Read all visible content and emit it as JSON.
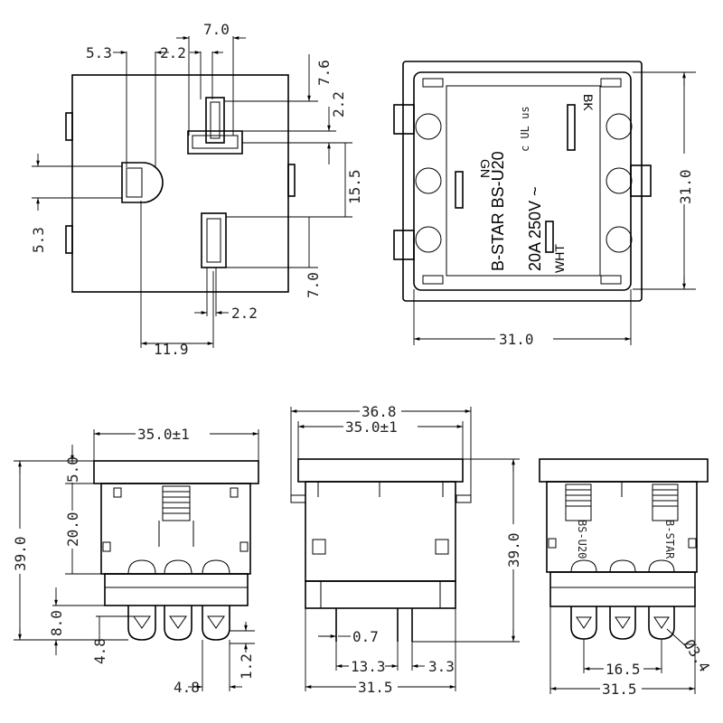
{
  "front_view": {
    "dims": {
      "top_width": "7.0",
      "left_offset": "5.3",
      "slot_gap": "2.2",
      "right_top": "7.6",
      "right_small": "2.2",
      "right_span": "15.5",
      "left_height": "5.3",
      "right_bottom": "7.0",
      "bottom_small": "2.2",
      "bottom_width": "11.9"
    }
  },
  "back_view": {
    "labels": {
      "gn": "GN",
      "bk": "BK",
      "wht": "WHT",
      "brand": "B-STAR BS-U20",
      "rating": "20A 250V ~",
      "cert": "c UL us"
    },
    "dims": {
      "height": "31.0",
      "width": "31.0"
    }
  },
  "side_view_left": {
    "dims": {
      "top_width": "35.0±1",
      "overall_height": "39.0",
      "flange": "5.0",
      "body": "20.0",
      "terminal": "8.0",
      "tab_width": "4.8",
      "tab_height": "4.8",
      "tab_thick": "1.2"
    }
  },
  "side_view_middle": {
    "dims": {
      "outer_width": "36.8",
      "top_width": "35.0±1",
      "overall_height": "39.0",
      "pin_thick": "0.7",
      "pin_pitch_a": "13.3",
      "pin_pitch_b": "3.3",
      "base_width": "31.5"
    }
  },
  "side_view_right": {
    "labels": {
      "model_a": "BS-U20",
      "model_b": "B-STAR"
    },
    "dims": {
      "tab_pitch": "16.5",
      "hole": "Ø3.4",
      "base_width": "31.5"
    }
  }
}
